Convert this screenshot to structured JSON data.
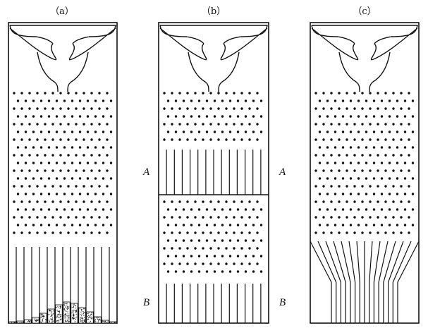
{
  "panels": [
    {
      "id": "a",
      "label": "（a）",
      "marker_A": "",
      "marker_B": "B"
    },
    {
      "id": "b",
      "label": "（b）",
      "marker_A": "A",
      "marker_B": "B"
    },
    {
      "id": "c",
      "label": "（c）",
      "marker_A": "",
      "marker_B": ""
    }
  ],
  "colors": {
    "ink": "#111111",
    "background": "#ffffff"
  }
}
